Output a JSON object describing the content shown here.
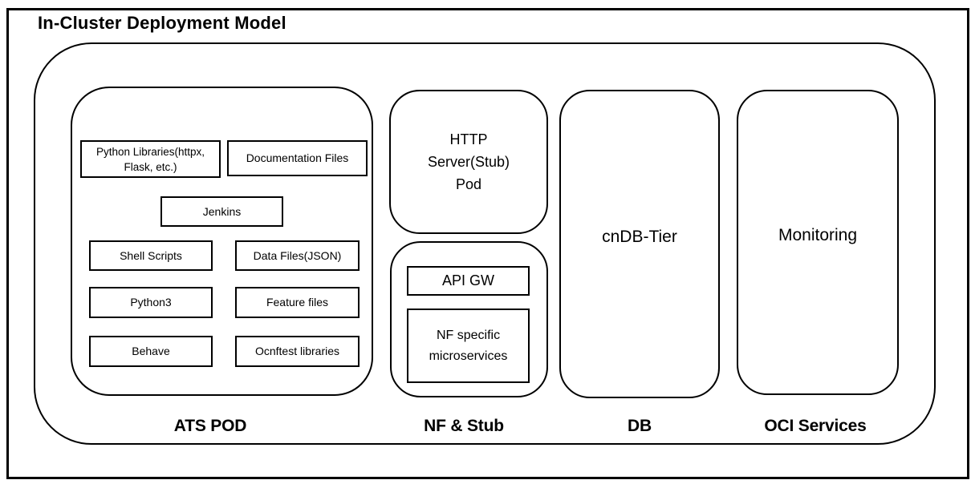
{
  "title": "In-Cluster Deployment Model",
  "columns": {
    "ats_pod": {
      "label": "ATS POD",
      "boxes": {
        "python_libraries": "Python Libraries(httpx, Flask, etc.)",
        "documentation_files": "Documentation Files",
        "jenkins": "Jenkins",
        "shell_scripts": "Shell Scripts",
        "data_files": "Data Files(JSON)",
        "python3": "Python3",
        "feature_files": "Feature files",
        "behave": "Behave",
        "ocnftest_libraries": "Ocnftest libraries"
      }
    },
    "nf_stub": {
      "label": "NF & Stub",
      "http_server_pod": "HTTP Server(Stub) Pod",
      "api_gw": "API GW",
      "nf_microservices": "NF specific microservices"
    },
    "db": {
      "label": "DB",
      "cndb_tier": "cnDB-Tier"
    },
    "oci_services": {
      "label": "OCI Services",
      "monitoring": "Monitoring"
    }
  },
  "colors": {
    "border": "#000000",
    "background": "#ffffff",
    "text": "#000000"
  }
}
